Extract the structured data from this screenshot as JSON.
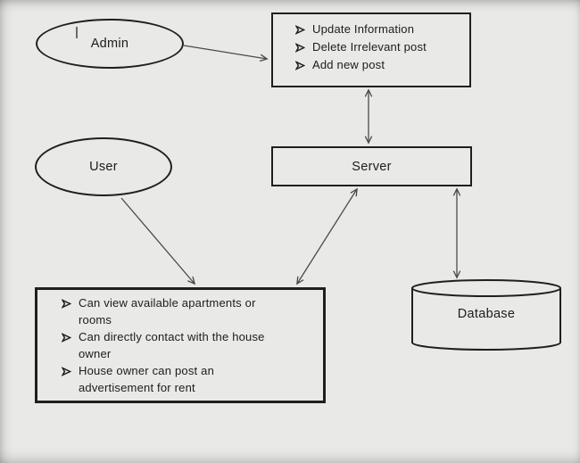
{
  "canvas": {
    "background_color": "#e9e9e7",
    "shape_line_color": "#1f1f1f",
    "arrow_color": "#4a4a4a",
    "text_color": "#1c1c1c",
    "bullet_icon": "right-arrowhead"
  },
  "admin": {
    "label": "Admin"
  },
  "user": {
    "label": "User"
  },
  "server": {
    "label": "Server"
  },
  "database": {
    "label": "Database"
  },
  "admin_tasks": {
    "items": [
      "Update Information",
      "Delete Irrelevant post",
      "Add new post"
    ]
  },
  "user_tasks": {
    "items": [
      "Can view available apartments or rooms",
      "Can directly contact with the house owner",
      "House owner can post an advertisement for rent"
    ]
  }
}
